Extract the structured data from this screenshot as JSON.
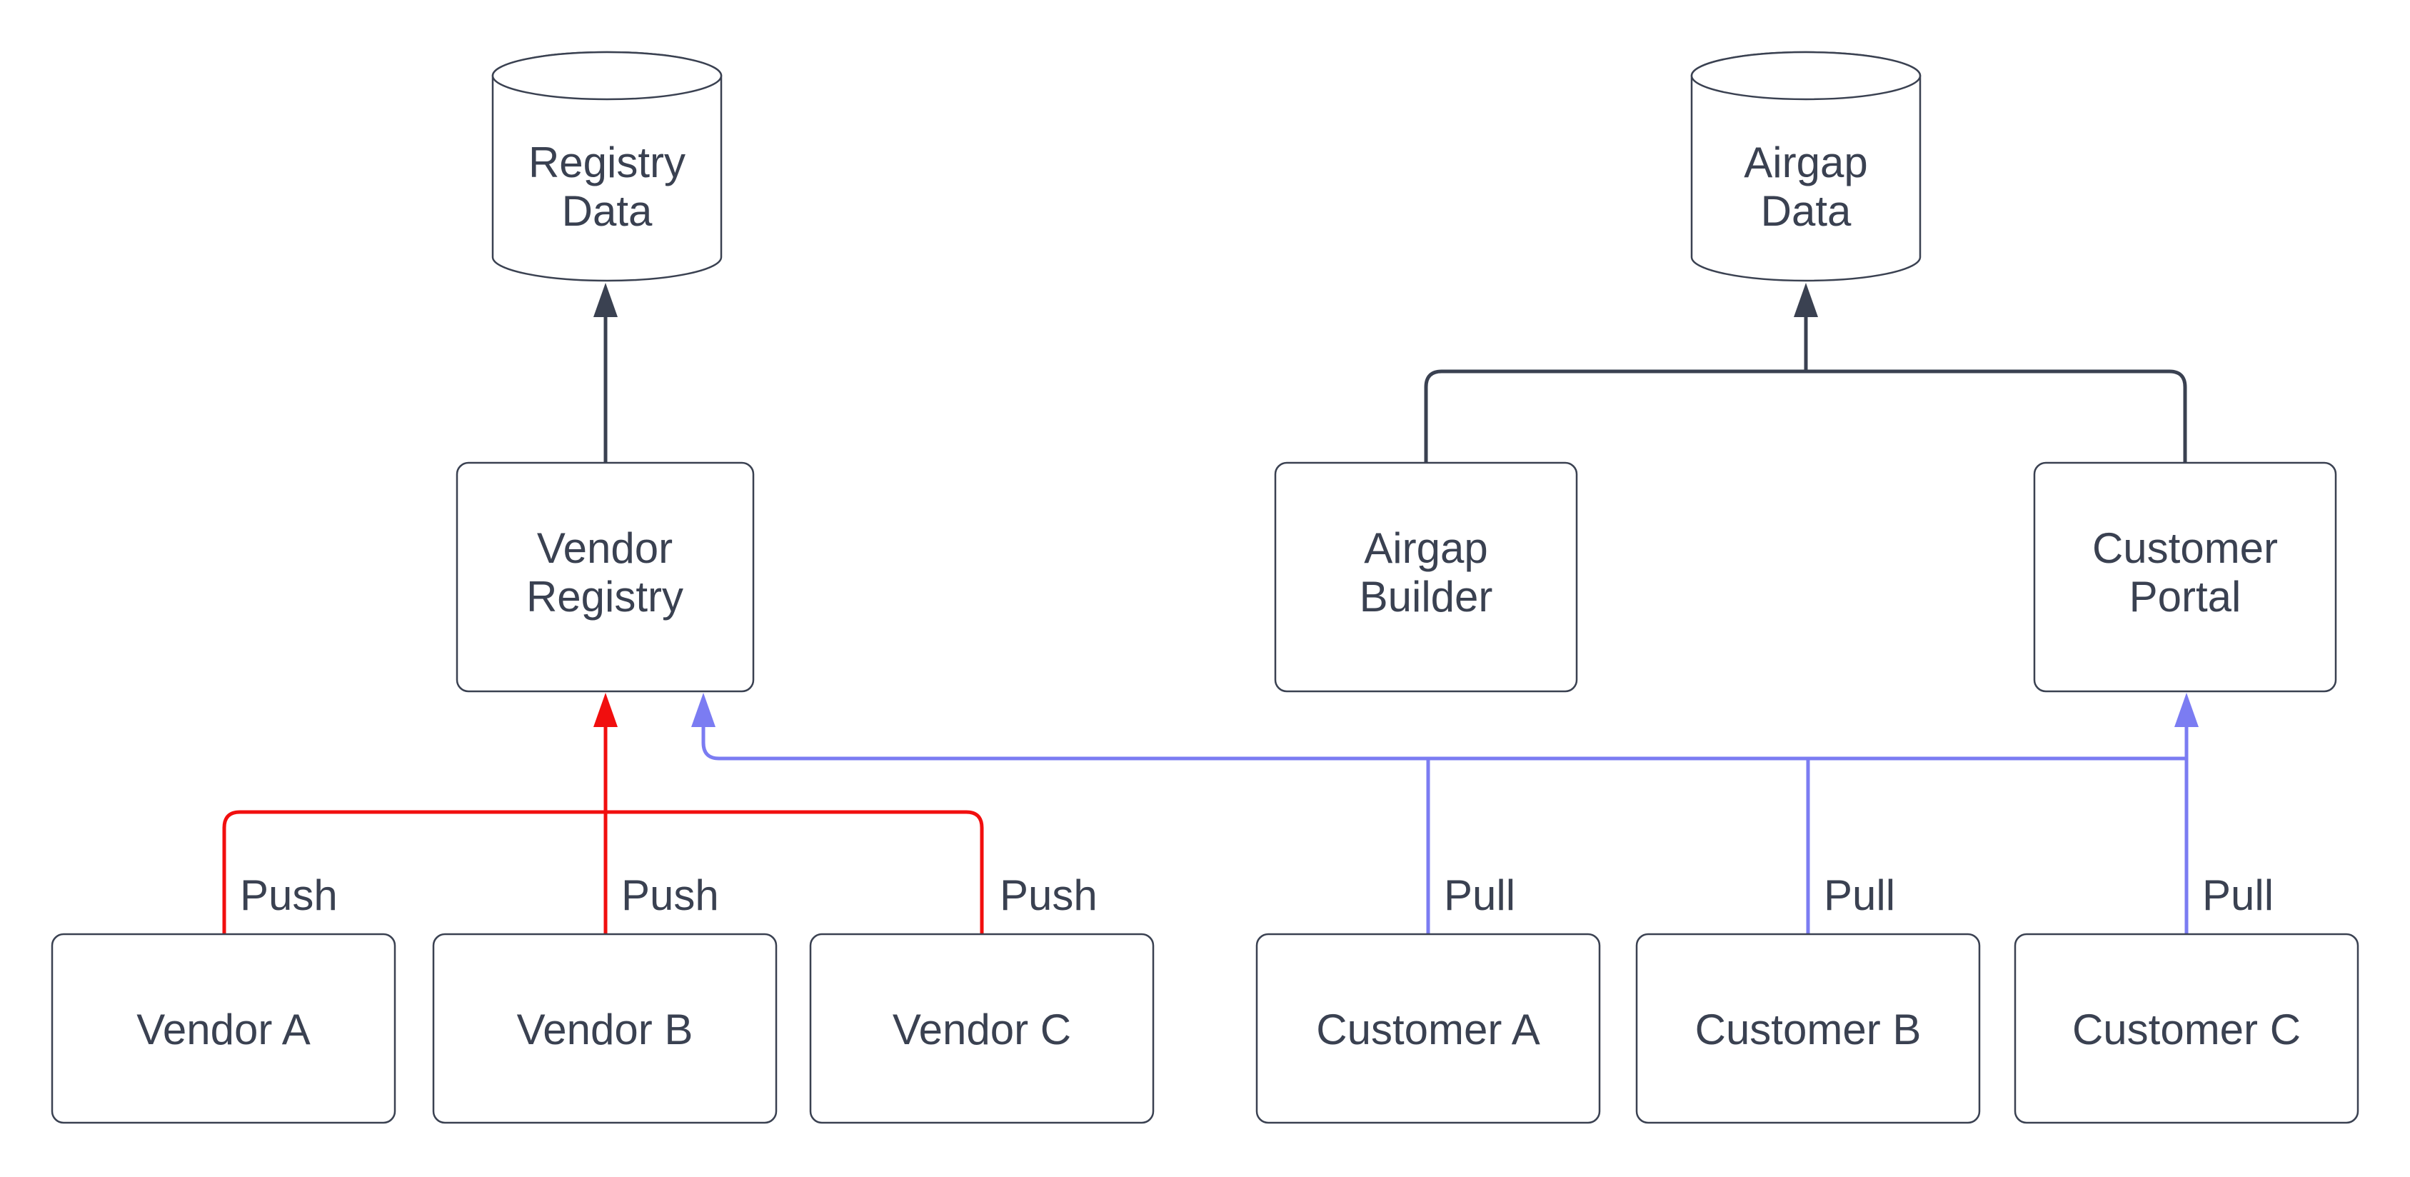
{
  "canvas": {
    "background": "#FFFFFF"
  },
  "colors": {
    "ink": "#3A4151",
    "push_red": "#F10E0E",
    "pull_blue": "#7B7CF2",
    "node_fill": "#FFFFFF"
  },
  "nodes": {
    "registry_data": {
      "line1": "Registry",
      "line2": "Data"
    },
    "airgap_data": {
      "line1": "Airgap",
      "line2": "Data"
    },
    "vendor_registry": {
      "line1": "Vendor",
      "line2": "Registry"
    },
    "airgap_builder": {
      "line1": "Airgap",
      "line2": "Builder"
    },
    "customer_portal": {
      "line1": "Customer",
      "line2": "Portal"
    },
    "vendor_a": {
      "label": "Vendor A"
    },
    "vendor_b": {
      "label": "Vendor B"
    },
    "vendor_c": {
      "label": "Vendor C"
    },
    "customer_a": {
      "label": "Customer A"
    },
    "customer_b": {
      "label": "Customer B"
    },
    "customer_c": {
      "label": "Customer C"
    }
  },
  "edge_labels": {
    "push": "Push",
    "pull": "Pull"
  }
}
